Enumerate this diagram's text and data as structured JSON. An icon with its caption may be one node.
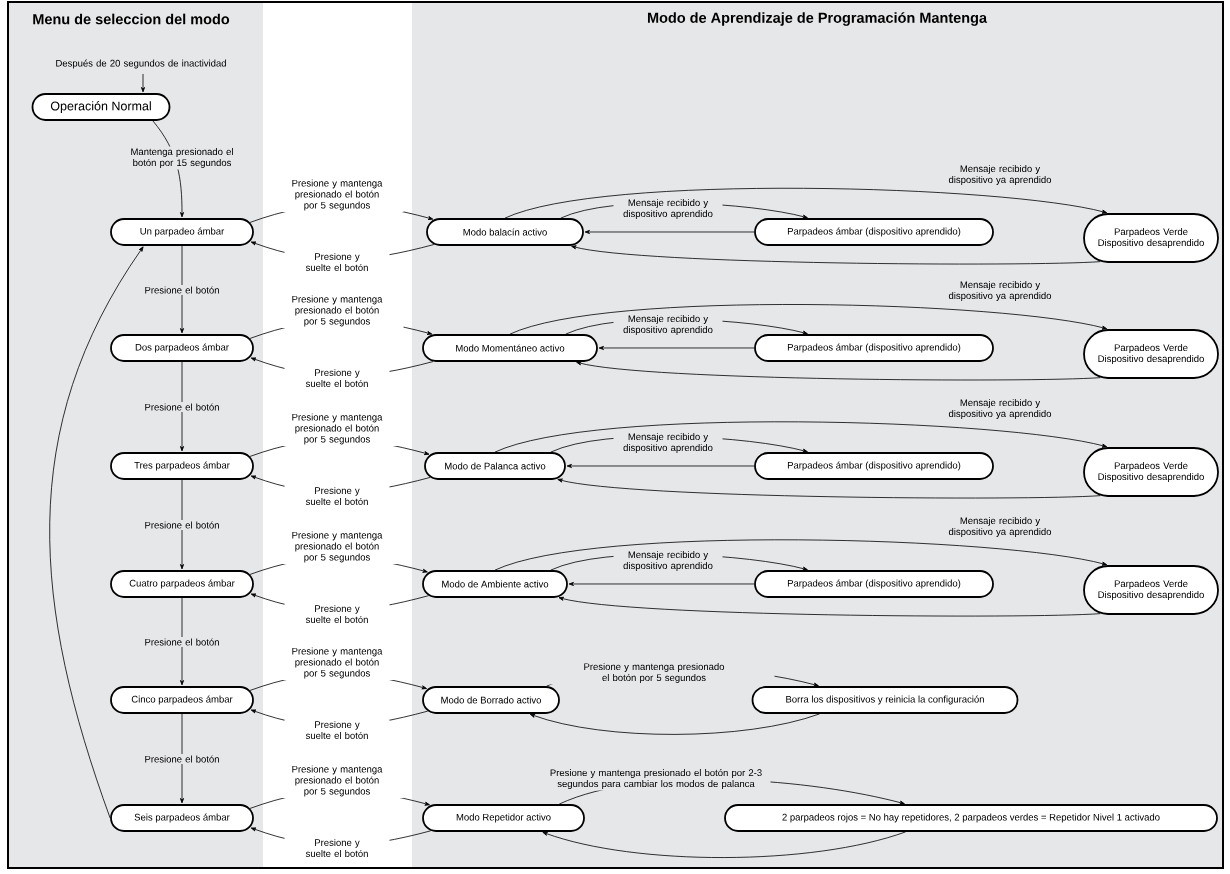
{
  "diagram": {
    "nodes": [
      {
        "text": [
          "Operación Normal"
        ]
      },
      {
        "text": [
          "Un parpadeo ámbar"
        ]
      },
      {
        "text": [
          "Modo balacín activo"
        ]
      },
      {
        "text": [
          "Parpadeos ámbar (dispositivo aprendido)"
        ]
      },
      {
        "text": [
          "Parpadeos Verde Dispositivo desaprendido"
        ]
      },
      {
        "text": [
          "Dos parpadeos ámbar"
        ]
      },
      {
        "text": [
          "Modo Momentáneo activo"
        ]
      },
      {
        "text": [
          "Parpadeos ámbar (dispositivo aprendido)"
        ]
      },
      {
        "text": [
          "Parpadeos Verde Dispositivo desaprendido"
        ]
      },
      {
        "text": [
          "Tres parpadeos ámbar"
        ]
      },
      {
        "text": [
          "Modo de Palanca activo"
        ]
      },
      {
        "text": [
          "Parpadeos ámbar (dispositivo aprendido)"
        ]
      },
      {
        "text": [
          "Parpadeos Verde Dispositivo desaprendido"
        ]
      },
      {
        "text": [
          "Cuatro parpadeos ámbar"
        ]
      },
      {
        "text": [
          "Modo de Ambiente activo"
        ]
      },
      {
        "text": [
          "Parpadeos ámbar (dispositivo aprendido)"
        ]
      },
      {
        "text": [
          "Parpadeos Verde Dispositivo desaprendido"
        ]
      },
      {
        "text": [
          "Cinco parpadeos ámbar"
        ]
      },
      {
        "text": [
          "Modo de Borrado activo"
        ]
      },
      {
        "text": [
          "Borra los dispositivos y reinicia la configuración"
        ]
      },
      {
        "text": [
          "Seis parpadeos ámbar"
        ]
      },
      {
        "text": [
          "Modo Repetidor activo"
        ]
      },
      {
        "text": [
          "2 parpadeos rojos = No hay repetidores, 2 parpadeos verdes = Repetidor Nivel 1 activado"
        ]
      }
    ],
    "edges": [
      {
        "from": null,
        "to": 0,
        "arrow": "to",
        "label": "Después de 20 segundos de inactividad"
      },
      {
        "from": 0,
        "to": 1,
        "arrow": "to",
        "label": "Mantenga presionado el botón por 15 segundos"
      },
      {
        "from": 1,
        "to": 5,
        "arrow": "to",
        "label": "Presione el botón"
      },
      {
        "from": 5,
        "to": 9,
        "arrow": "to",
        "label": "Presione el botón"
      },
      {
        "from": 9,
        "to": 13,
        "arrow": "to",
        "label": "Presione el botón"
      },
      {
        "from": 13,
        "to": 17,
        "arrow": "to",
        "label": "Presione el botón"
      },
      {
        "from": 17,
        "to": 20,
        "arrow": "to",
        "label": "Presione el botón"
      },
      {
        "from": 20,
        "to": 1,
        "arrow": "to"
      },
      {
        "from": 1,
        "to": 2,
        "arrow": "to",
        "label": "Presione y mantenga presionado el botón por 5 segundos"
      },
      {
        "from": 2,
        "to": 1,
        "arrow": "to",
        "label": "Presione y suelte el botón"
      },
      {
        "from": 2,
        "to": 3,
        "arrow": "to",
        "label": "Mensaje recibido y dispositivo aprendido"
      },
      {
        "from": 3,
        "to": 2,
        "arrow": "to"
      },
      {
        "from": 2,
        "to": 4,
        "arrow": "to",
        "label": "Mensaje recibido y dispositivo ya aprendido"
      },
      {
        "from": 4,
        "to": 2,
        "arrow": "to"
      },
      {
        "from": 5,
        "to": 6,
        "arrow": "to",
        "label": "Presione y mantenga presionado el botón por 5 segundos"
      },
      {
        "from": 6,
        "to": 5,
        "arrow": "to",
        "label": "Presione y suelte el botón"
      },
      {
        "from": 6,
        "to": 7,
        "arrow": "to",
        "label": "Mensaje recibido y dispositivo aprendido"
      },
      {
        "from": 7,
        "to": 6,
        "arrow": "to"
      },
      {
        "from": 6,
        "to": 8,
        "arrow": "to",
        "label": "Mensaje recibido y dispositivo ya aprendido"
      },
      {
        "from": 8,
        "to": 6,
        "arrow": "to"
      },
      {
        "from": 9,
        "to": 10,
        "arrow": "to",
        "label": "Presione y mantenga presionado el botón por 5 segundos"
      },
      {
        "from": 10,
        "to": 9,
        "arrow": "to",
        "label": "Presione y suelte el botón"
      },
      {
        "from": 10,
        "to": 11,
        "arrow": "to",
        "label": "Mensaje recibido y dispositivo aprendido"
      },
      {
        "from": 11,
        "to": 10,
        "arrow": "to"
      },
      {
        "from": 10,
        "to": 12,
        "arrow": "to",
        "label": "Mensaje recibido y dispositivo ya aprendido"
      },
      {
        "from": 12,
        "to": 10,
        "arrow": "to"
      },
      {
        "from": 13,
        "to": 14,
        "arrow": "to",
        "label": "Presione y mantenga presionado el botón por 5 segundos"
      },
      {
        "from": 14,
        "to": 13,
        "arrow": "to",
        "label": "Presione y suelte el botón"
      },
      {
        "from": 14,
        "to": 15,
        "arrow": "to",
        "label": "Mensaje recibido y dispositivo aprendido"
      },
      {
        "from": 15,
        "to": 14,
        "arrow": "to"
      },
      {
        "from": 14,
        "to": 16,
        "arrow": "to",
        "label": "Mensaje recibido y dispositivo ya aprendido"
      },
      {
        "from": 16,
        "to": 14,
        "arrow": "to"
      },
      {
        "from": 17,
        "to": 18,
        "arrow": "to",
        "label": "Presione y mantenga presionado el botón por 5 segundos"
      },
      {
        "from": 18,
        "to": 17,
        "arrow": "to",
        "label": "Presione y suelte el botón"
      },
      {
        "from": 18,
        "to": 19,
        "arrow": "to",
        "label": "Presione y mantenga presionado el botón por 5 segundos"
      },
      {
        "from": 19,
        "to": 18,
        "arrow": "to"
      },
      {
        "from": 20,
        "to": 21,
        "arrow": "to",
        "label": "Presione y mantenga presionado el botón por 5 segundos"
      },
      {
        "from": 21,
        "to": 20,
        "arrow": "to",
        "label": "Presione y suelte el botón"
      },
      {
        "from": 21,
        "to": 22,
        "arrow": "to",
        "label": "Presione y mantenga presionado el botón por 2-3 segundos para cambiar los modos de palanca"
      },
      {
        "from": 22,
        "to": 21,
        "arrow": "to"
      }
    ],
    "labels": [
      "Menu de seleccion del modo",
      "Modo de Aprendizaje de Programación Mantenga"
    ]
  }
}
